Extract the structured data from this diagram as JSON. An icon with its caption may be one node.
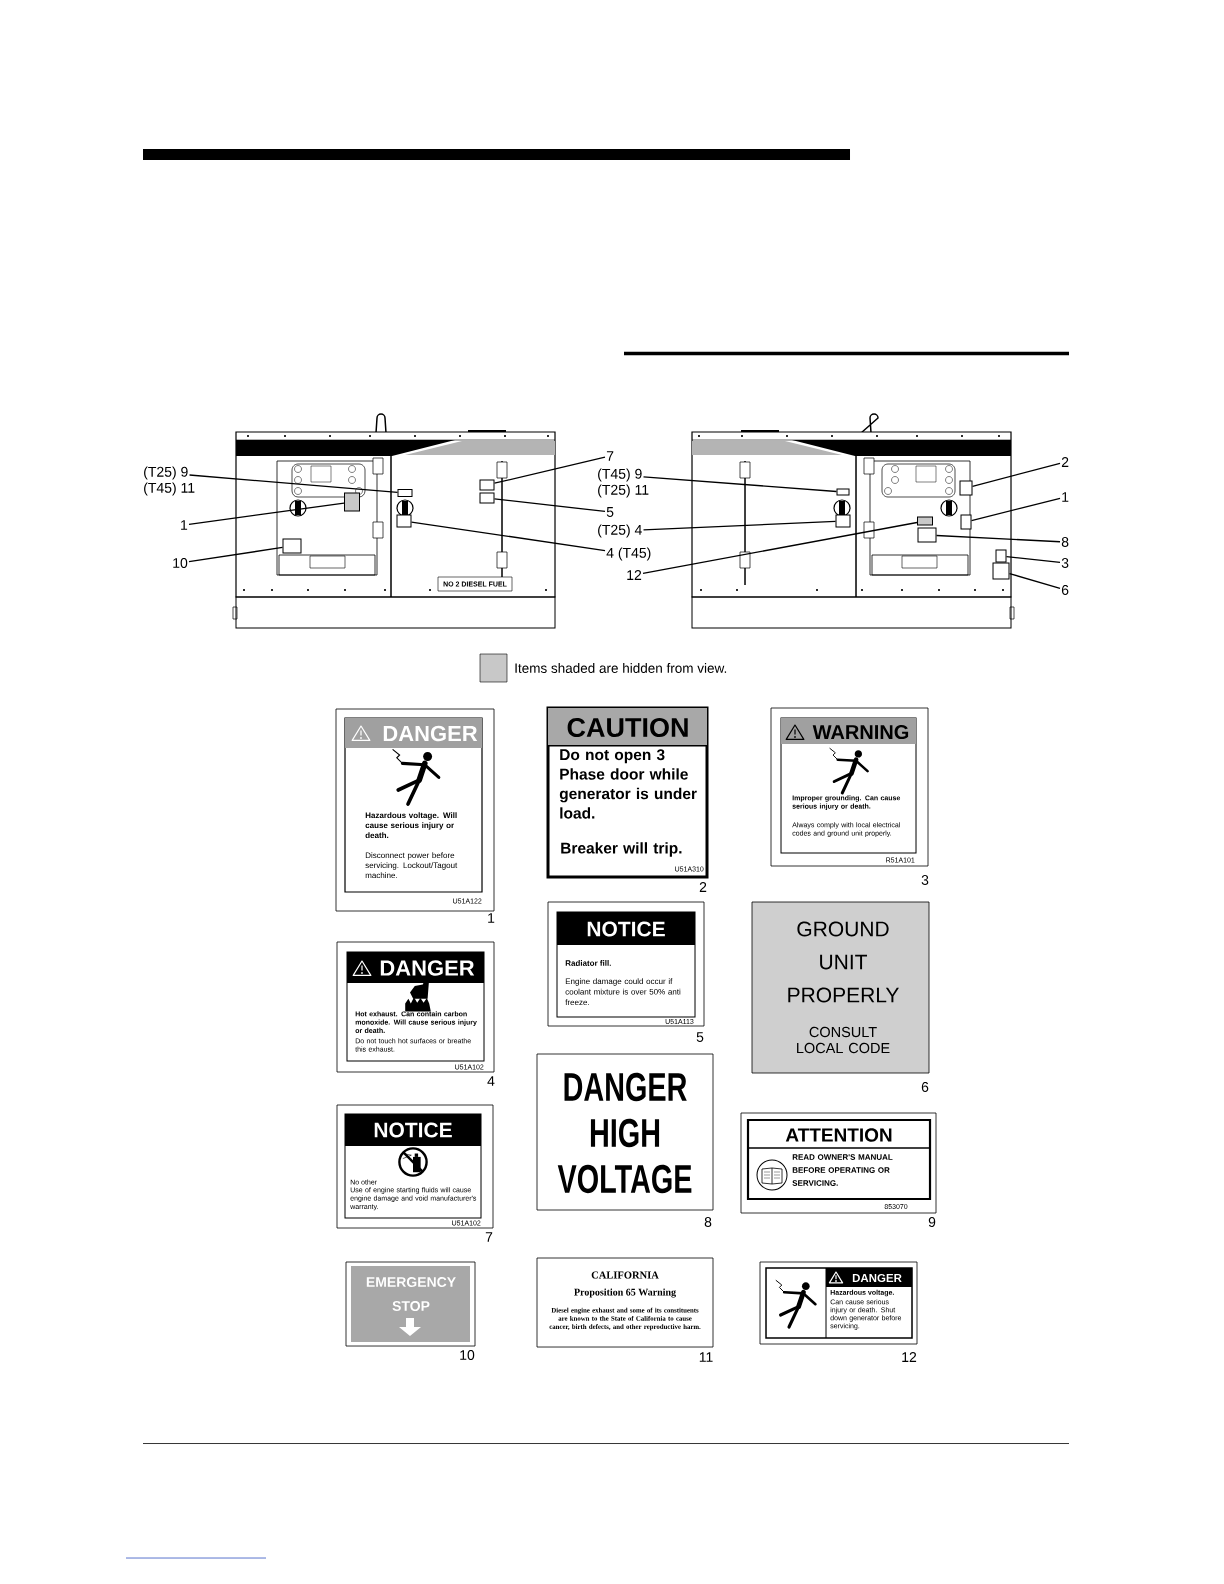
{
  "diagram": {
    "nodes": [
      {
        "text": [
          "(T25) 9",
          "(T45) 11"
        ]
      },
      {
        "text": [
          "1"
        ]
      },
      {
        "text": [
          "10"
        ]
      },
      {
        "text": [
          "7"
        ]
      },
      {
        "text": [
          "5"
        ]
      },
      {
        "text": [
          "4 (T45)"
        ]
      },
      {
        "text": [
          "(T45) 9",
          "(T25) 11"
        ]
      },
      {
        "text": [
          "(T25) 4"
        ]
      },
      {
        "text": [
          "12"
        ]
      },
      {
        "text": [
          "2"
        ]
      },
      {
        "text": [
          "1"
        ]
      },
      {
        "text": [
          "8"
        ]
      },
      {
        "text": [
          "3"
        ]
      },
      {
        "text": [
          "6"
        ]
      },
      {
        "text": [],
        "shape": "box"
      },
      {
        "text": [],
        "shape": "box"
      },
      {
        "text": [],
        "shape": "box"
      },
      {
        "text": [],
        "shape": "box"
      },
      {
        "text": [],
        "shape": "box"
      },
      {
        "text": [],
        "shape": "box"
      },
      {
        "text": [],
        "shape": "box"
      },
      {
        "text": [],
        "shape": "box"
      },
      {
        "text": [],
        "shape": "box"
      },
      {
        "text": [],
        "shape": "box"
      },
      {
        "text": [],
        "shape": "box"
      },
      {
        "text": [],
        "shape": "box"
      },
      {
        "text": [],
        "shape": "box"
      },
      {
        "text": [],
        "shape": "box"
      },
      {
        "text": [
          "DANGER",
          "Hazardous voltage. Will cause serious injury or death.",
          "Disconnect power before servicing. Lockout/Tagout machine.",
          "U51A122"
        ],
        "beside": [
          "1"
        ]
      },
      {
        "text": [
          "CAUTION",
          "Do not open 3 Phase door while generator is under load.",
          "Breaker will trip.",
          "U51A310"
        ],
        "beside": [
          "2"
        ]
      },
      {
        "text": [
          "WARNING",
          "Improper grounding. Can cause serious injury or death.",
          "Always comply with local electrical codes and ground unit properly.",
          "R51A101"
        ],
        "beside": [
          "3"
        ]
      },
      {
        "text": [
          "DANGER",
          "Hot exhaust. Can contain carbon monoxide. Will cause serious injury or death.",
          "Do not touch hot surfaces or breathe this exhaust.",
          "U51A102"
        ],
        "beside": [
          "4"
        ]
      },
      {
        "text": [
          "NOTICE",
          "Radiator fill.",
          "Engine damage could occur if coolant mixture is over 50% anti freeze.",
          "U51A113"
        ],
        "beside": [
          "5"
        ]
      },
      {
        "text": [
          "GROUND UNIT PROPERLY",
          "CONSULT LOCAL CODE"
        ],
        "beside": [
          "6"
        ]
      },
      {
        "text": [
          "NOTICE",
          "No other",
          "Use of engine starting fluids will cause engine damage and void manufacturer's warranty.",
          "U51A102"
        ],
        "beside": [
          "7"
        ]
      },
      {
        "text": [
          "DANGER HIGH VOLTAGE"
        ],
        "beside": [
          "8"
        ]
      },
      {
        "text": [
          "ATTENTION",
          "READ OWNER'S MANUAL BEFORE OPERATING OR SERVICING.",
          "853070"
        ],
        "beside": [
          "9"
        ]
      },
      {
        "text": [
          "EMERGENCY STOP"
        ],
        "beside": [
          "10"
        ]
      },
      {
        "text": [
          "CALIFORNIA",
          "Proposition 65 Warning",
          "Diesel engine exhaust and some of its constituents are known to the State of California to cause cancer, birth defects, and other reproductive harm."
        ],
        "beside": [
          "11"
        ]
      },
      {
        "text": [
          "DANGER",
          "Hazardous voltage.",
          "Can cause serious injury or death. Shut down generator before servicing."
        ],
        "beside": [
          "12"
        ]
      }
    ],
    "edges": [
      {
        "from": 0,
        "to": 14,
        "arrow": "none"
      },
      {
        "from": 1,
        "to": 15,
        "arrow": "none"
      },
      {
        "from": 2,
        "to": 16,
        "arrow": "none"
      },
      {
        "from": 3,
        "to": 17,
        "arrow": "none"
      },
      {
        "from": 4,
        "to": 18,
        "arrow": "none"
      },
      {
        "from": 5,
        "to": 19,
        "arrow": "none"
      },
      {
        "from": 6,
        "to": 20,
        "arrow": "none"
      },
      {
        "from": 7,
        "to": 21,
        "arrow": "none"
      },
      {
        "from": 8,
        "to": 22,
        "arrow": "none"
      },
      {
        "from": 9,
        "to": 23,
        "arrow": "none"
      },
      {
        "from": 10,
        "to": 24,
        "arrow": "none"
      },
      {
        "from": 11,
        "to": 25,
        "arrow": "none"
      },
      {
        "from": 12,
        "to": 26,
        "arrow": "none"
      },
      {
        "from": 13,
        "to": 27,
        "arrow": "none"
      }
    ],
    "labels": [
      "NO 2 DIESEL FUEL"
    ],
    "legend": [
      {
        "text": "Items shaded are hidden from view.",
        "color": "#c8c8c8"
      }
    ]
  }
}
